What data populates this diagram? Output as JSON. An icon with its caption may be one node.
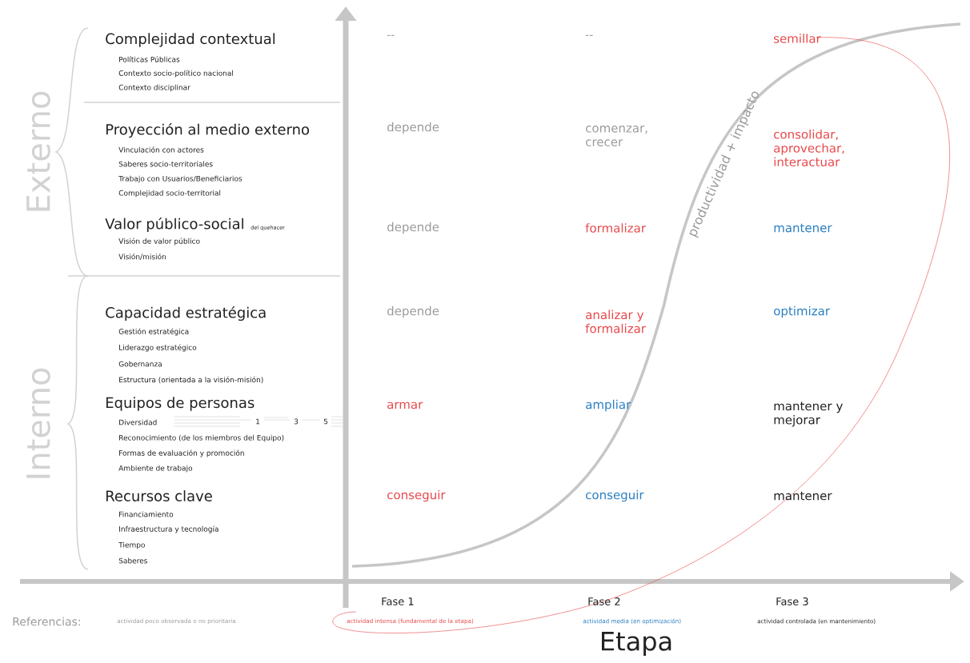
{
  "diagram": {
    "labels": [
      "Externo",
      "Interno",
      "Complejidad contextual",
      "Políticas Públicas",
      "Contexto socio-político nacional",
      "Contexto disciplinar",
      "--",
      "--",
      "semillar",
      "Proyección al medio externo",
      "Vinculación con actores",
      "Saberes socio-territoriales",
      "Trabajo con Usuarios/Beneficiarios",
      "Complejidad socio-territorial",
      "depende",
      "comenzar, crecer",
      "consolidar, aprovechar, interactuar",
      "Valor público-social",
      "del quehacer",
      "Visión de valor público",
      "Visión/misión",
      "depende",
      "formalizar",
      "mantener",
      "productividad + impacto",
      "Capacidad estratégica",
      "Gestión estratégica",
      "Liderazgo estratégico",
      "Gobernanza",
      "Estructura (orientada a la visión-misión)",
      "depende",
      "analizar y formalizar",
      "optimizar",
      "Equipos de personas",
      "Diversidad",
      "1",
      "3",
      "5",
      "Reconocimiento (de los miembros del Equipo)",
      "Formas de evaluación y promoción",
      "Ambiente de trabajo",
      "armar",
      "ampliar",
      "mantener y mejorar",
      "Recursos clave",
      "Financiamiento",
      "Infraestructura y tecnología",
      "Tiempo",
      "Saberes",
      "conseguir",
      "conseguir",
      "mantener",
      "Fase 1",
      "Fase 2",
      "Fase 3",
      "Referencias:",
      "actividad poco observada o no prioritaria",
      "actividad intensa (fundamental de la etapa)",
      "actividad media (en optimización)",
      "actividad controlada (en mantenimiento)",
      "Etapa"
    ]
  }
}
